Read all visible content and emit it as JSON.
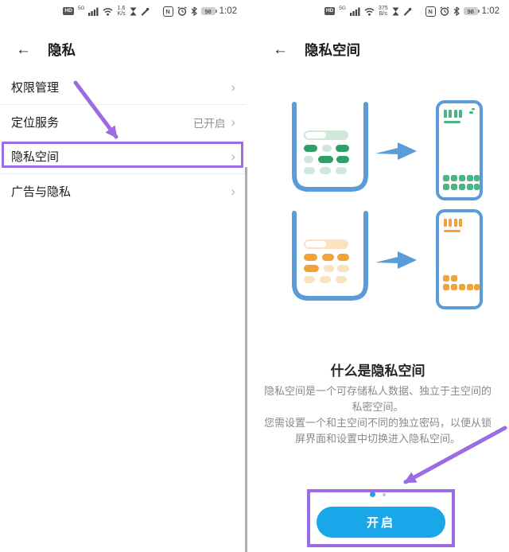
{
  "colors": {
    "accent_purple": "#9b6ce4",
    "button_blue": "#18a7e9",
    "illustration_blue": "#5b9bd8",
    "green_dark": "#2f9e68",
    "green_light": "#cfe8da",
    "green_mid": "#4ab583",
    "orange_dark": "#f2a23a",
    "orange_light": "#fbe3bd"
  },
  "left_panel": {
    "status": {
      "hd": "HD",
      "network": "5G",
      "speed_value": "1.6",
      "speed_unit": "K/s",
      "nfc": "N",
      "battery_percent": "98",
      "time": "1:02"
    },
    "header": {
      "back_glyph": "←",
      "title": "隐私"
    },
    "chevron_glyph": "›",
    "list": [
      {
        "label": "权限管理",
        "value": ""
      },
      {
        "label": "定位服务",
        "value": "已开启"
      },
      {
        "label": "隐私空间",
        "value": ""
      },
      {
        "label": "广告与隐私",
        "value": ""
      }
    ]
  },
  "right_panel": {
    "status": {
      "hd": "HD",
      "network": "5G",
      "speed_value": "375",
      "speed_unit": "B/s",
      "nfc": "N",
      "battery_percent": "98",
      "time": "1:02"
    },
    "header": {
      "back_glyph": "←",
      "title": "隐私空间"
    },
    "about_title": "什么是隐私空间",
    "about_lines": [
      "隐私空间是一个可存储私人数据、独立于主空间的",
      "私密空间。",
      "您需设置一个和主空间不同的独立密码，以便从锁",
      "屏界面和设置中切换进入隐私空间。"
    ],
    "enable_button": "开启"
  }
}
